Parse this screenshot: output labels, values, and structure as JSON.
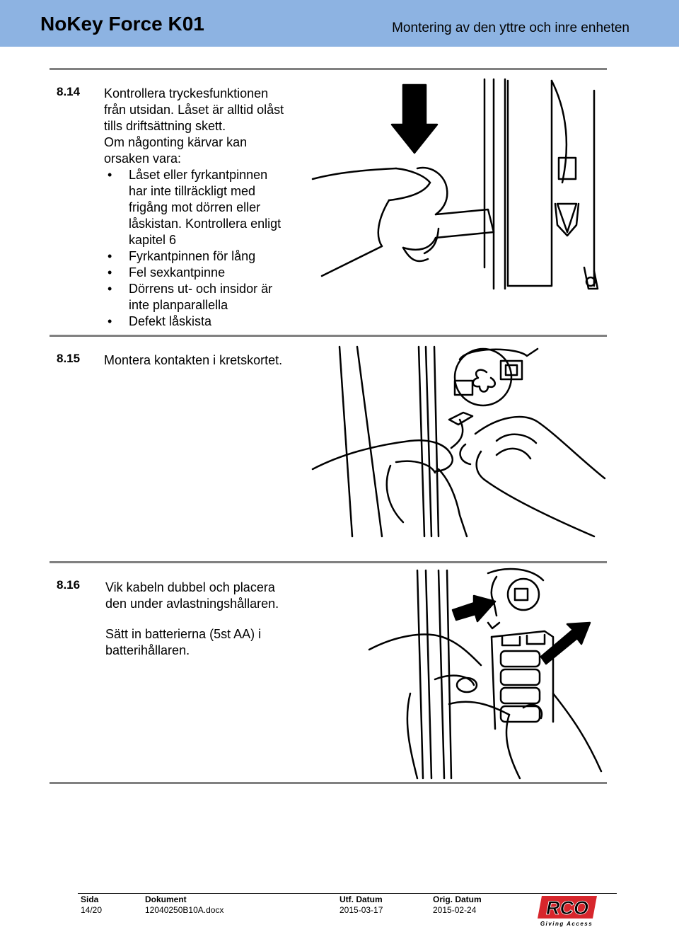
{
  "header": {
    "title": "NoKey Force K01",
    "subtitle": "Montering av den yttre och inre enheten"
  },
  "sections": [
    {
      "number": "8.14",
      "lines": [
        "Kontrollera tryckesfunktionen",
        "från utsidan. Låset är alltid olåst",
        "tills driftsättning skett.",
        "Om någonting kärvar kan",
        "orsaken vara:"
      ],
      "bullets": [
        [
          "Låset eller fyrkantpinnen",
          "har inte tillräckligt med",
          "frigång mot dörren eller",
          "låskistan. Kontrollera enligt",
          "kapitel 6"
        ],
        [
          "Fyrkantpinnen för lång"
        ],
        [
          "Fel sexkantpinne"
        ],
        [
          "Dörrens ut- och insidor är",
          "inte planparallella"
        ],
        [
          "Defekt låskista"
        ]
      ]
    },
    {
      "number": "8.15",
      "lines": [
        "Montera kontakten i kretskortet."
      ]
    },
    {
      "number": "8.16",
      "lines": [
        "Vik kabeln dubbel och placera",
        "den under avlastningshållaren.",
        "",
        "Sätt in batterierna (5st AA) i",
        "batterihållaren."
      ]
    }
  ],
  "footer": {
    "sida_label": "Sida",
    "sida_value": "14/20",
    "dokument_label": "Dokument",
    "dokument_value": "12040250B10A.docx",
    "utf_label": "Utf. Datum",
    "utf_value": "2015-03-17",
    "orig_label": "Orig. Datum",
    "orig_value": "2015-02-24",
    "logo_text": "RCO",
    "logo_tagline": "Giving Access"
  },
  "colors": {
    "header_bg": "#8db3e2",
    "rule": "#808080",
    "logo_red": "#d7262c"
  }
}
